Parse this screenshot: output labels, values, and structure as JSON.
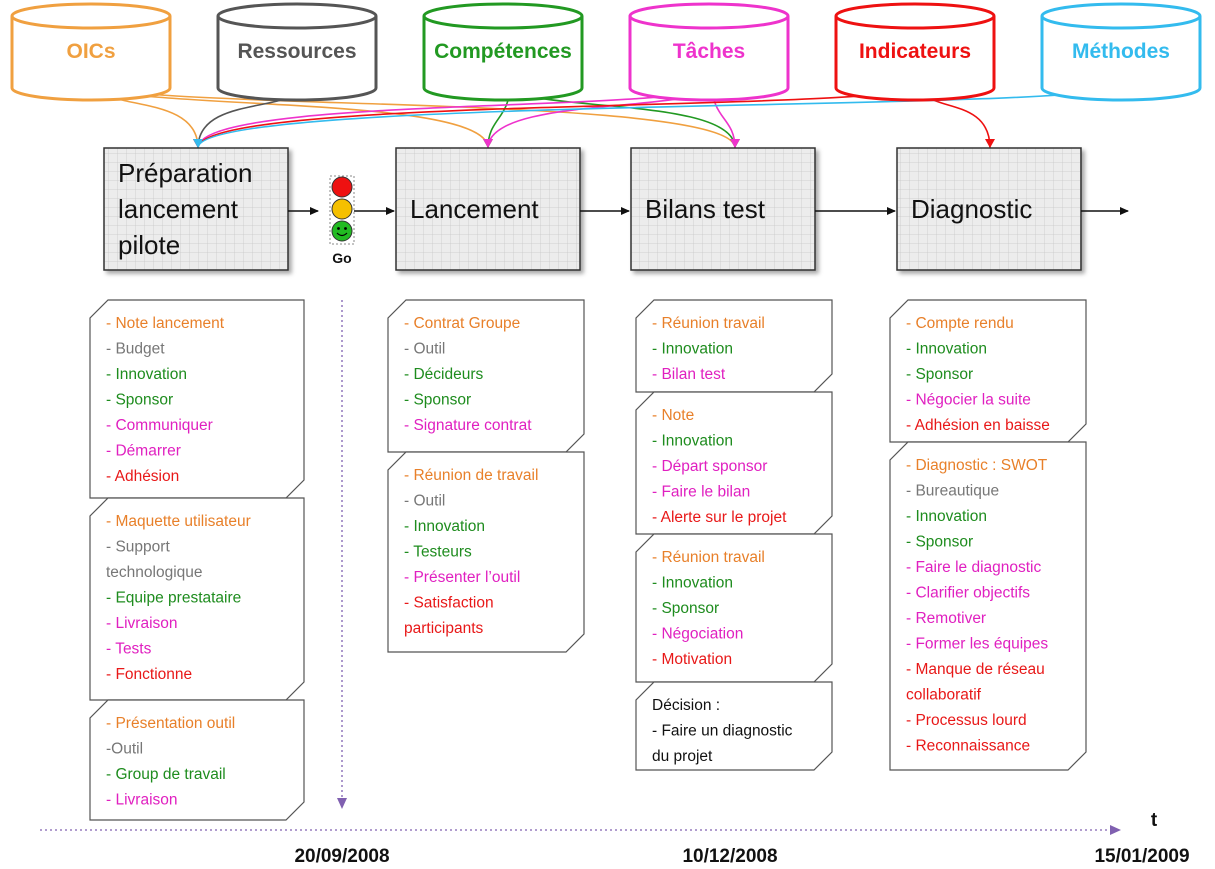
{
  "colors": {
    "oics": "#f0a040",
    "ressources": "#555555",
    "competences": "#229922",
    "taches": "#ee33cc",
    "indicateurs": "#ee1111",
    "methodes": "#33bbee",
    "orange_text": "#e8802a",
    "gray_text": "#777777",
    "green_text": "#1e8c1e",
    "magenta_text": "#e020c0",
    "red_text": "#e81818",
    "black_text": "#111111"
  },
  "databases": [
    {
      "label": "OICs",
      "color": "oics"
    },
    {
      "label": "Ressources",
      "color": "ressources"
    },
    {
      "label": "Compétences",
      "color": "competences"
    },
    {
      "label": "Tâches",
      "color": "taches"
    },
    {
      "label": "Indicateurs",
      "color": "indicateurs"
    },
    {
      "label": "Méthodes",
      "color": "methodes"
    }
  ],
  "stages": [
    {
      "lines": [
        "Préparation",
        "lancement",
        "pilote"
      ]
    },
    {
      "lines": [
        "Lancement"
      ]
    },
    {
      "lines": [
        "Bilans test"
      ]
    },
    {
      "lines": [
        "Diagnostic"
      ]
    }
  ],
  "traffic_light": {
    "label": "Go"
  },
  "notes": [
    [
      {
        "lines": [
          {
            "text": "- Note lancement",
            "color": "orange_text"
          },
          {
            "text": "- Budget",
            "color": "gray_text"
          },
          {
            "text": "- Innovation",
            "color": "green_text"
          },
          {
            "text": "- Sponsor",
            "color": "green_text"
          },
          {
            "text": "- Communiquer",
            "color": "magenta_text"
          },
          {
            "text": "- Démarrer",
            "color": "magenta_text"
          },
          {
            "text": "- Adhésion",
            "color": "red_text"
          }
        ]
      },
      {
        "lines": [
          {
            "text": "- Maquette utilisateur",
            "color": "orange_text"
          },
          {
            "text": "- Support",
            "color": "gray_text"
          },
          {
            "text": "technologique",
            "color": "gray_text"
          },
          {
            "text": "- Equipe prestataire",
            "color": "green_text"
          },
          {
            "text": "- Livraison",
            "color": "magenta_text"
          },
          {
            "text": "- Tests",
            "color": "magenta_text"
          },
          {
            "text": "- Fonctionne",
            "color": "red_text"
          }
        ]
      },
      {
        "lines": [
          {
            "text": "- Présentation outil",
            "color": "orange_text"
          },
          {
            "text": "-Outil",
            "color": "gray_text"
          },
          {
            "text": "- Group de travail",
            "color": "green_text"
          },
          {
            "text": "- Livraison",
            "color": "magenta_text"
          }
        ]
      }
    ],
    [
      {
        "lines": [
          {
            "text": "- Contrat Groupe",
            "color": "orange_text"
          },
          {
            "text": "- Outil",
            "color": "gray_text"
          },
          {
            "text": "- Décideurs",
            "color": "green_text"
          },
          {
            "text": "- Sponsor",
            "color": "green_text"
          },
          {
            "text": "- Signature contrat",
            "color": "magenta_text"
          }
        ]
      },
      {
        "lines": [
          {
            "text": "- Réunion de travail",
            "color": "orange_text"
          },
          {
            "text": "- Outil",
            "color": "gray_text"
          },
          {
            "text": "- Innovation",
            "color": "green_text"
          },
          {
            "text": "- Testeurs",
            "color": "green_text"
          },
          {
            "text": "- Présenter l’outil",
            "color": "magenta_text"
          },
          {
            "text": "- Satisfaction",
            "color": "red_text"
          },
          {
            "text": "participants",
            "color": "red_text"
          }
        ]
      }
    ],
    [
      {
        "lines": [
          {
            "text": "- Réunion travail",
            "color": "orange_text"
          },
          {
            "text": "- Innovation",
            "color": "green_text"
          },
          {
            "text": "- Bilan test",
            "color": "magenta_text"
          }
        ]
      },
      {
        "lines": [
          {
            "text": "- Note",
            "color": "orange_text"
          },
          {
            "text": "- Innovation",
            "color": "green_text"
          },
          {
            "text": "- Départ sponsor",
            "color": "magenta_text"
          },
          {
            "text": "- Faire le bilan",
            "color": "magenta_text"
          },
          {
            "text": "- Alerte sur le projet",
            "color": "red_text"
          }
        ]
      },
      {
        "lines": [
          {
            "text": "- Réunion travail",
            "color": "orange_text"
          },
          {
            "text": "- Innovation",
            "color": "green_text"
          },
          {
            "text": "- Sponsor",
            "color": "green_text"
          },
          {
            "text": "- Négociation",
            "color": "magenta_text"
          },
          {
            "text": "- Motivation",
            "color": "red_text"
          }
        ]
      },
      {
        "lines": [
          {
            "text": "Décision :",
            "color": "black_text"
          },
          {
            "text": "- Faire un diagnostic",
            "color": "black_text"
          },
          {
            "text": "du projet",
            "color": "black_text"
          }
        ]
      }
    ],
    [
      {
        "lines": [
          {
            "text": "- Compte rendu",
            "color": "orange_text"
          },
          {
            "text": "- Innovation",
            "color": "green_text"
          },
          {
            "text": "- Sponsor",
            "color": "green_text"
          },
          {
            "text": "- Négocier la suite",
            "color": "magenta_text"
          },
          {
            "text": "- Adhésion en baisse",
            "color": "red_text"
          }
        ]
      },
      {
        "lines": [
          {
            "text": "- Diagnostic : SWOT",
            "color": "orange_text"
          },
          {
            "text": "- Bureautique",
            "color": "gray_text"
          },
          {
            "text": "- Innovation",
            "color": "green_text"
          },
          {
            "text": "- Sponsor",
            "color": "green_text"
          },
          {
            "text": "- Faire le diagnostic",
            "color": "magenta_text"
          },
          {
            "text": "- Clarifier objectifs",
            "color": "magenta_text"
          },
          {
            "text": "- Remotiver",
            "color": "magenta_text"
          },
          {
            "text": "- Former les équipes",
            "color": "magenta_text"
          },
          {
            "text": "- Manque de réseau",
            "color": "red_text"
          },
          {
            "text": "collaboratif",
            "color": "red_text"
          },
          {
            "text": "- Processus lourd",
            "color": "red_text"
          },
          {
            "text": "- Reconnaissance",
            "color": "red_text"
          }
        ]
      }
    ]
  ],
  "timeline": {
    "axis_label": "t",
    "dates": [
      "20/09/2008",
      "10/12/2008",
      "15/01/2009"
    ]
  }
}
